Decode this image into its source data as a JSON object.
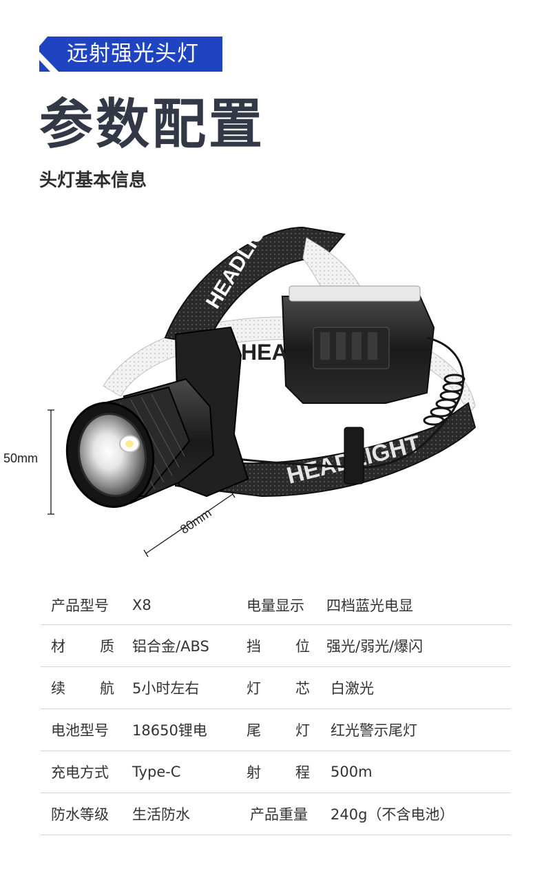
{
  "header": {
    "tag_label": "远射强光头灯",
    "title": "参数配置",
    "subtitle": "头灯基本信息"
  },
  "figure": {
    "height_dimension": "50mm",
    "width_dimension": "80mm",
    "strap_text": "HEADLIGHT"
  },
  "specs": [
    {
      "label1": "产品型号",
      "value1": "X8",
      "label2": "电量显示",
      "value2": "四档蓝光电显"
    },
    {
      "label1": "材　质",
      "value1": "铝合金/ABS",
      "label2": "挡　位",
      "value2": "强光/弱光/爆闪"
    },
    {
      "label1": "续　航",
      "value1": "5小时左右",
      "label2": "灯　芯",
      "value2": "白激光"
    },
    {
      "label1": "电池型号",
      "value1": "18650锂电",
      "label2": "尾　灯",
      "value2": "红光警示尾灯"
    },
    {
      "label1": "充电方式",
      "value1": "Type-C",
      "label2": "射　程",
      "value2": "500m"
    },
    {
      "label1": "防水等级",
      "value1": "生活防水",
      "label2": "产品重量",
      "value2": "240g（不含电池）"
    }
  ],
  "colors": {
    "accent_blue": "#1f44c2",
    "title_dark": "#333846",
    "divider": "#d4d4d4"
  }
}
